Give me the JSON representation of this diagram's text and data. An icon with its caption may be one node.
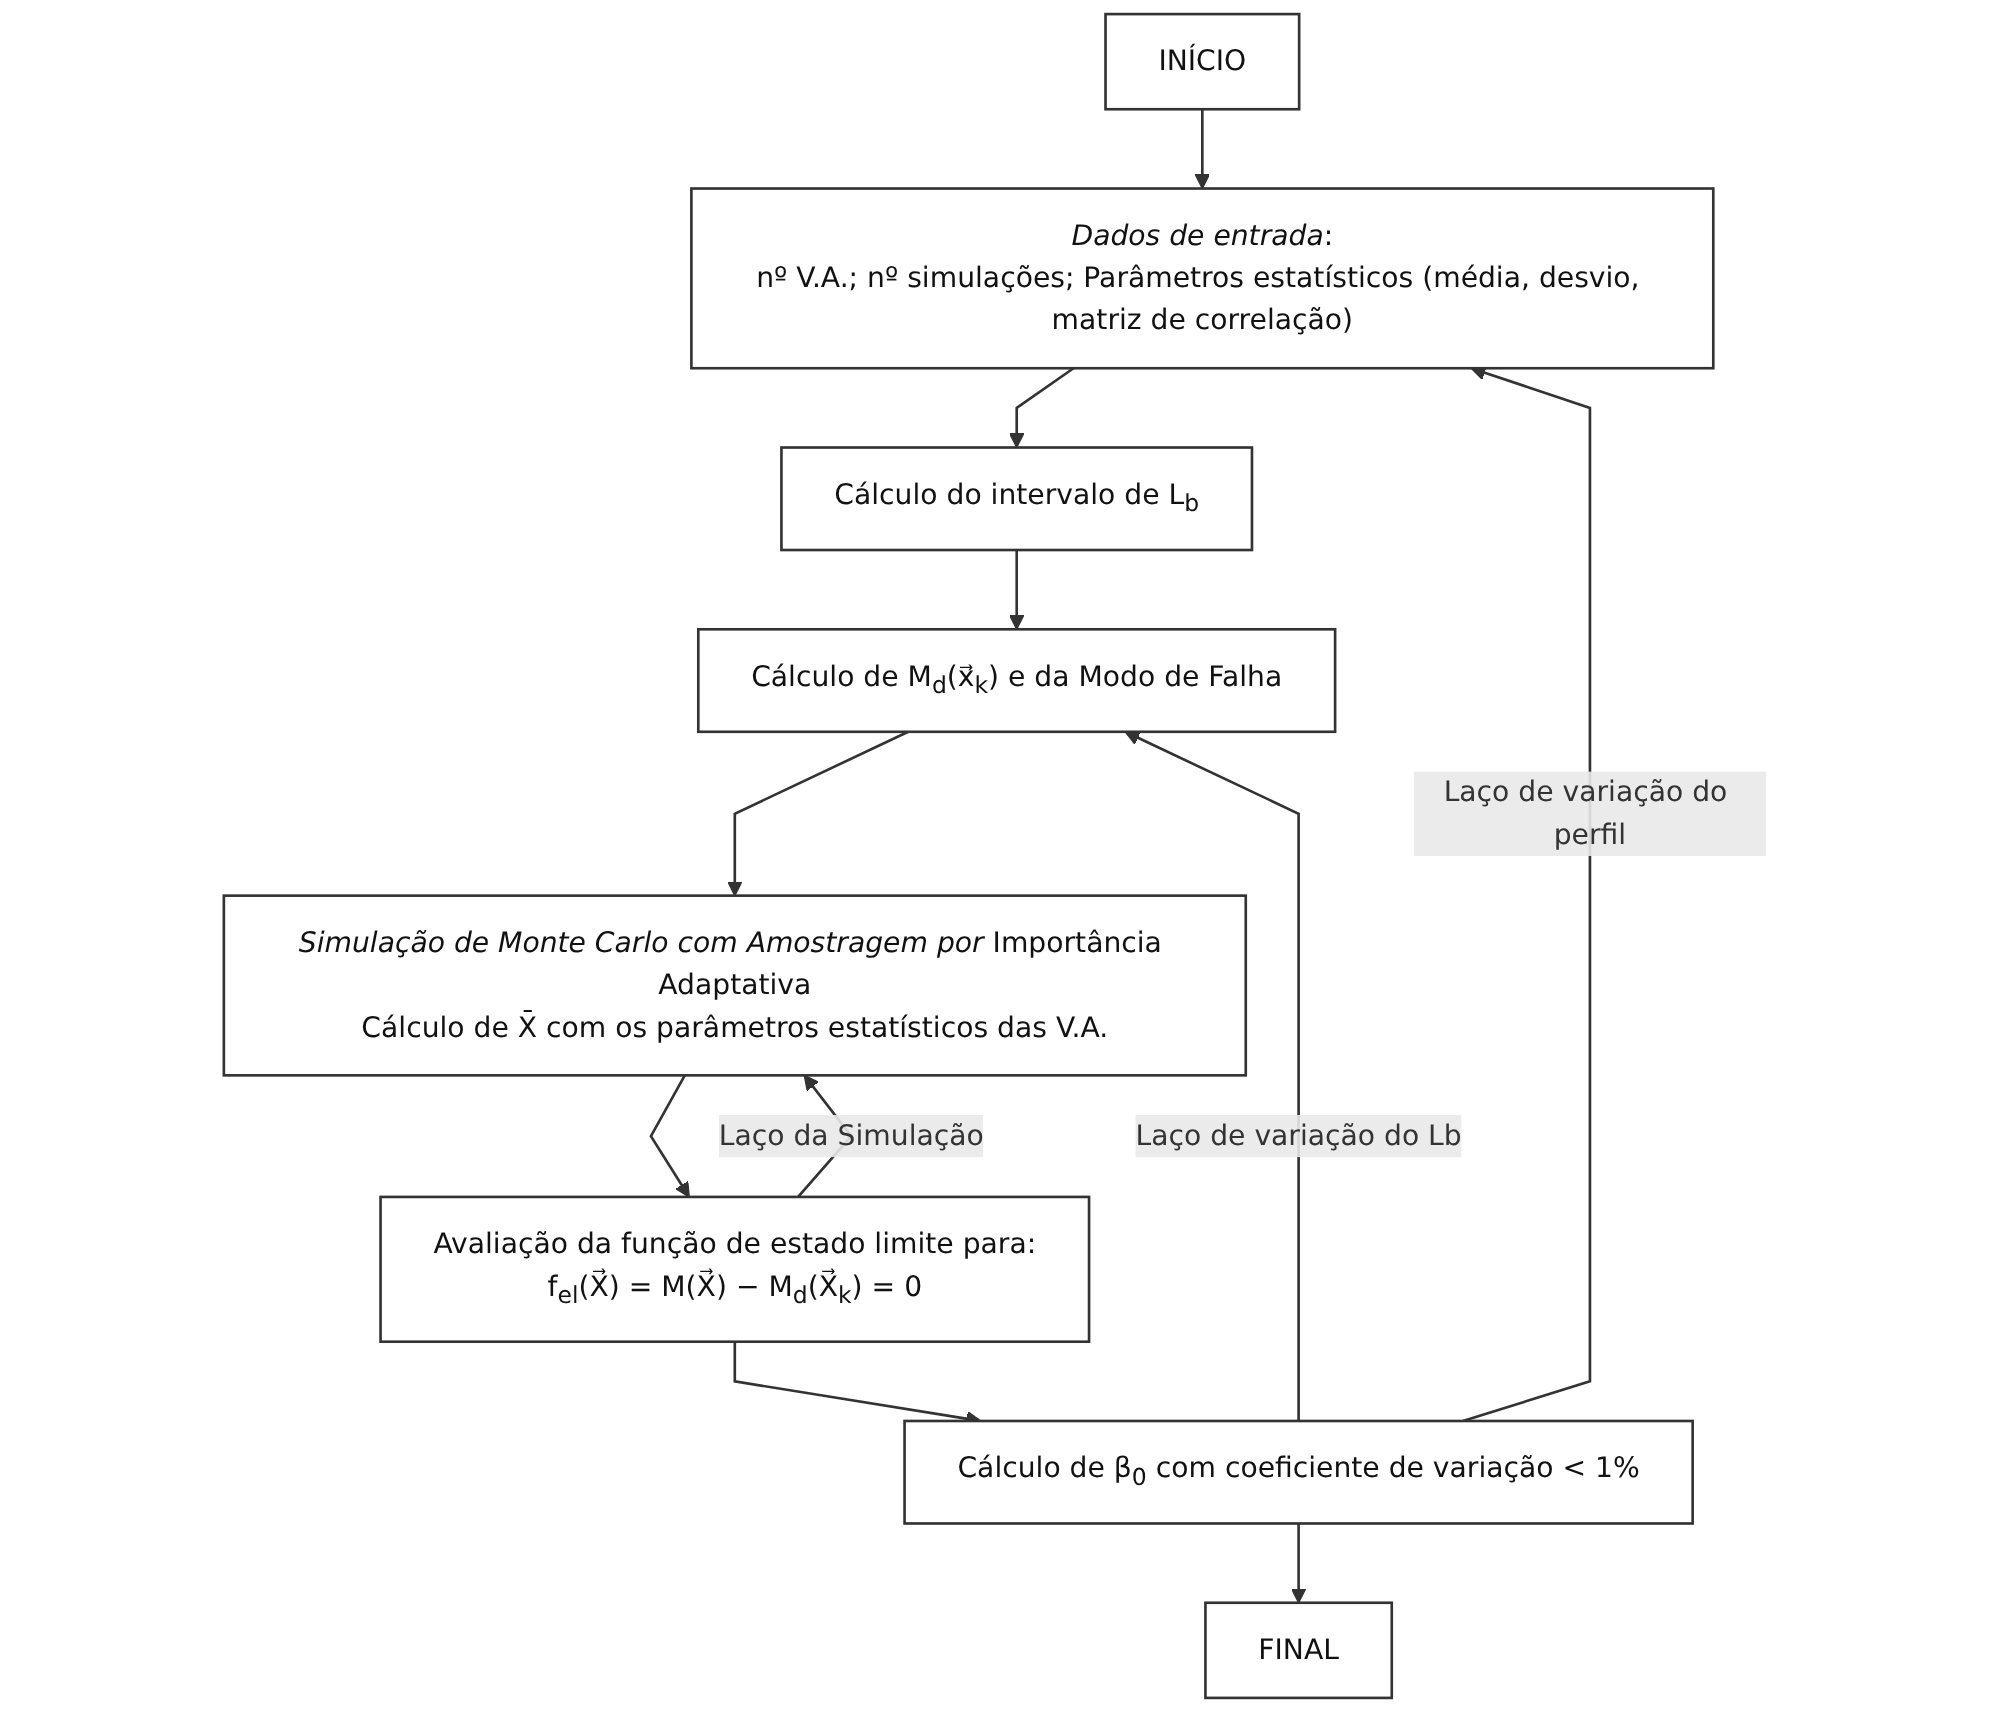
{
  "diagram": {
    "nodes": [
      {
        "text": [
          "INÍCIO"
        ]
      },
      {
        "text": [
          "*Dados de entrada*:",
          "nº V.A.; nº simulações; Parâmetros estatísticos (média, desvio, matriz de correlação)"
        ]
      },
      {
        "text": [
          "Cálculo do intervalo de L$_{b}$"
        ]
      },
      {
        "text": [
          "Cálculo de M$_{d}$(x⃗$_{k}$) e da Modo de Falha"
        ]
      },
      {
        "text": [
          "*Simulação de Monte Carlo com Amostragem por* Importância Adaptativa",
          "Cálculo de X̄ com os parâmetros estatísticos das V.A."
        ]
      },
      {
        "text": [
          "Avaliação da função de estado limite para:",
          "f$_{el}$(X⃗) = M(X⃗) − M$_{d}$(X⃗$_{k}$) = 0"
        ]
      },
      {
        "text": [
          "Cálculo de β$_{0}$ com coeficiente de variação < 1%"
        ]
      },
      {
        "text": [
          "FINAL"
        ]
      }
    ],
    "edges": [
      {
        "from": 0,
        "to": 1,
        "arrow": "to"
      },
      {
        "from": 1,
        "to": 2,
        "arrow": "to"
      },
      {
        "from": 2,
        "to": 3,
        "arrow": "to"
      },
      {
        "from": 3,
        "to": 4,
        "arrow": "to"
      },
      {
        "from": 4,
        "to": 5,
        "arrow": "to"
      },
      {
        "from": 5,
        "to": 6,
        "arrow": "to"
      },
      {
        "from": 6,
        "to": 7,
        "arrow": "to"
      },
      {
        "from": 5,
        "to": 4,
        "arrow": "to",
        "label": "Laço da Simulação"
      },
      {
        "from": 6,
        "to": 3,
        "arrow": "to",
        "label": "Laço de variação do Lb"
      },
      {
        "from": 6,
        "to": 1,
        "arrow": "to",
        "label": "Laço de variação do perfil"
      }
    ]
  }
}
